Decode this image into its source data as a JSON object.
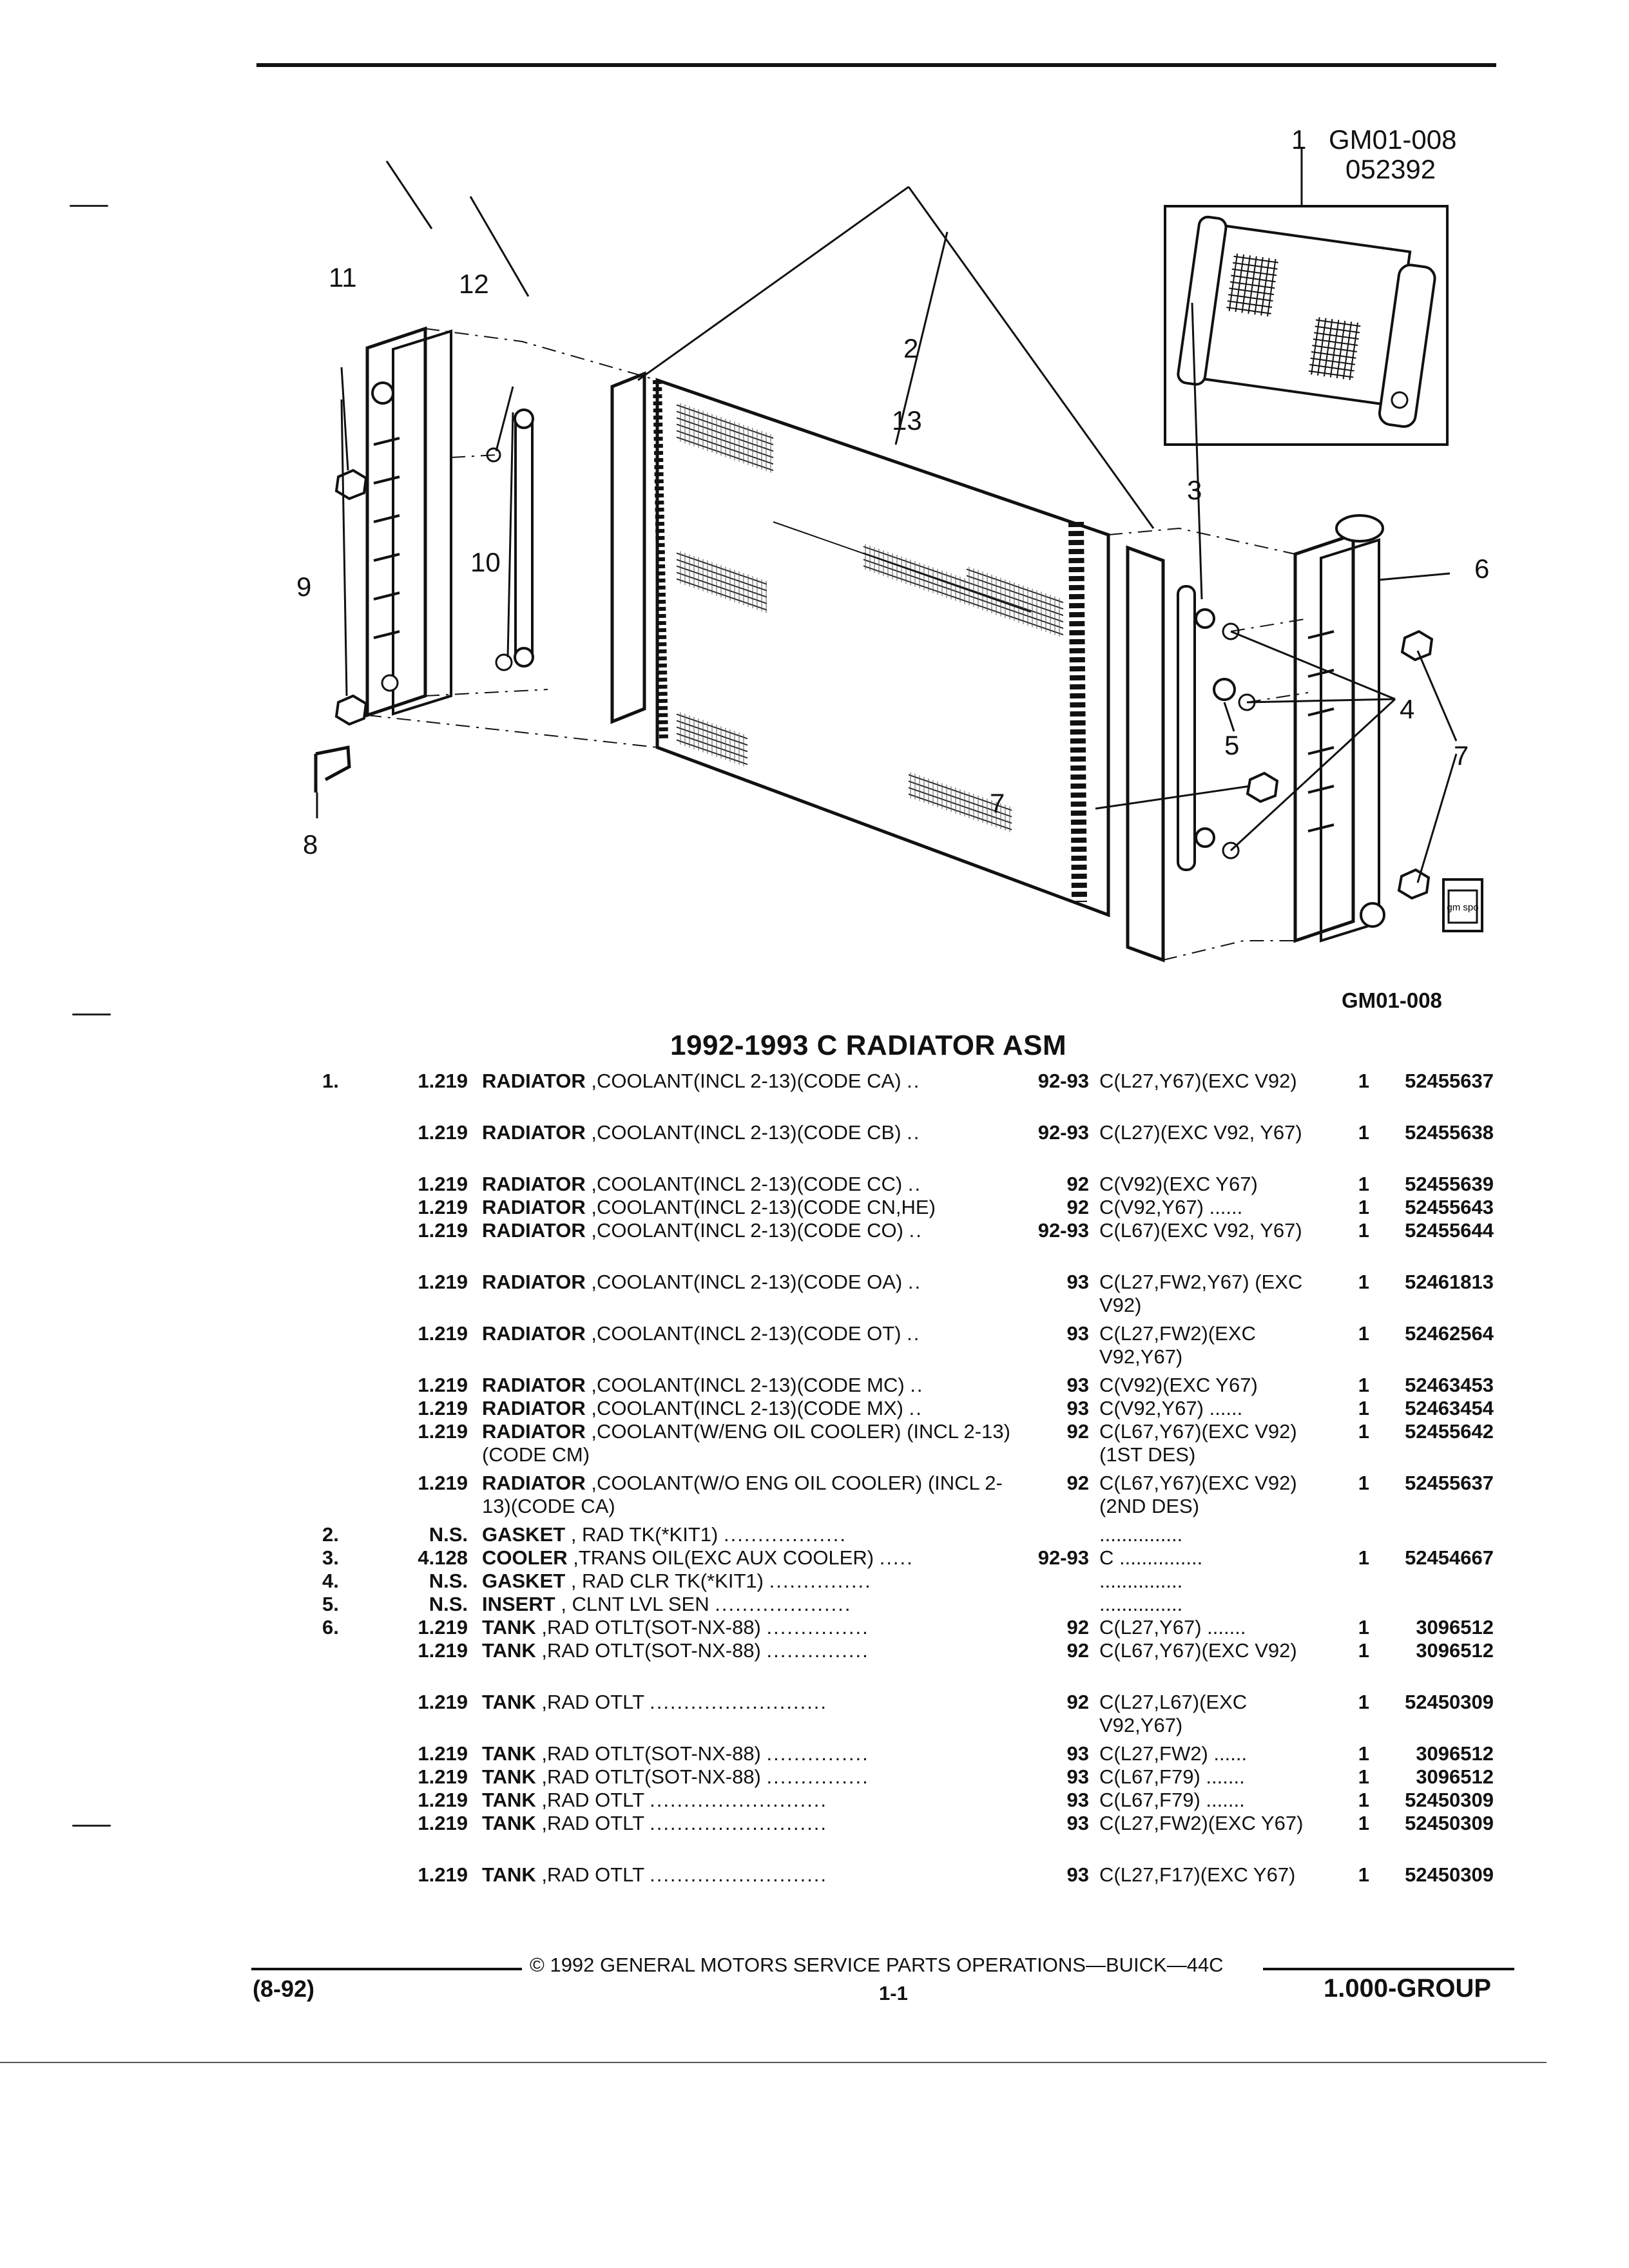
{
  "illustration": {
    "inset_callout": "1",
    "inset_code": "GM01-008",
    "inset_date": "052392",
    "callouts": [
      "11",
      "12",
      "2",
      "13",
      "3",
      "6",
      "9",
      "10",
      "4",
      "5",
      "7",
      "7",
      "8"
    ],
    "logo_text": "gm spo",
    "reference": "GM01-008"
  },
  "section": {
    "title": "1992-1993 C RADIATOR ASM"
  },
  "parts": [
    {
      "item": "1.",
      "group": "1.219",
      "name": "RADIATOR",
      "desc": ",COOLANT(INCL 2-13)(CODE CA)",
      "leader": "..",
      "years": "92-93",
      "app": "C(L27,Y67)(EXC V92)",
      "qty": "1",
      "pn": "52455637",
      "lines": 2
    },
    {
      "item": "",
      "group": "1.219",
      "name": "RADIATOR",
      "desc": ",COOLANT(INCL 2-13)(CODE CB)",
      "leader": "..",
      "years": "92-93",
      "app": "C(L27)(EXC V92, Y67)",
      "qty": "1",
      "pn": "52455638",
      "lines": 2
    },
    {
      "item": "",
      "group": "1.219",
      "name": "RADIATOR",
      "desc": ",COOLANT(INCL 2-13)(CODE CC)",
      "leader": "..",
      "years": "92",
      "app": "C(V92)(EXC Y67)",
      "qty": "1",
      "pn": "52455639",
      "lines": 1
    },
    {
      "item": "",
      "group": "1.219",
      "name": "RADIATOR",
      "desc": ",COOLANT(INCL 2-13)(CODE CN,HE)",
      "leader": "",
      "years": "92",
      "app": "C(V92,Y67) ......",
      "qty": "1",
      "pn": "52455643",
      "lines": 1
    },
    {
      "item": "",
      "group": "1.219",
      "name": "RADIATOR",
      "desc": ",COOLANT(INCL 2-13)(CODE CO)",
      "leader": "..",
      "years": "92-93",
      "app": "C(L67)(EXC V92, Y67)",
      "qty": "1",
      "pn": "52455644",
      "lines": 2
    },
    {
      "item": "",
      "group": "1.219",
      "name": "RADIATOR",
      "desc": ",COOLANT(INCL 2-13)(CODE OA)",
      "leader": "..",
      "years": "93",
      "app": "C(L27,FW2,Y67) (EXC V92)",
      "qty": "1",
      "pn": "52461813",
      "lines": 2
    },
    {
      "item": "",
      "group": "1.219",
      "name": "RADIATOR",
      "desc": ",COOLANT(INCL 2-13)(CODE OT)",
      "leader": "..",
      "years": "93",
      "app": "C(L27,FW2)(EXC V92,Y67)",
      "qty": "1",
      "pn": "52462564",
      "lines": 2
    },
    {
      "item": "",
      "group": "1.219",
      "name": "RADIATOR",
      "desc": ",COOLANT(INCL 2-13)(CODE MC)",
      "leader": "..",
      "years": "93",
      "app": "C(V92)(EXC Y67)",
      "qty": "1",
      "pn": "52463453",
      "lines": 1
    },
    {
      "item": "",
      "group": "1.219",
      "name": "RADIATOR",
      "desc": ",COOLANT(INCL 2-13)(CODE MX)",
      "leader": "..",
      "years": "93",
      "app": "C(V92,Y67) ......",
      "qty": "1",
      "pn": "52463454",
      "lines": 1
    },
    {
      "item": "",
      "group": "1.219",
      "name": "RADIATOR",
      "desc": ",COOLANT(W/ENG OIL COOLER) (INCL 2-13)(CODE CM)",
      "leader": "",
      "years": "92",
      "app": "C(L67,Y67)(EXC V92)(1ST DES)",
      "qty": "1",
      "pn": "52455642",
      "lines": 2
    },
    {
      "item": "",
      "group": "1.219",
      "name": "RADIATOR",
      "desc": ",COOLANT(W/O ENG OIL COOLER) (INCL 2-13)(CODE CA)",
      "leader": "",
      "years": "92",
      "app": "C(L67,Y67)(EXC V92)(2ND DES)",
      "qty": "1",
      "pn": "52455637",
      "lines": 2
    },
    {
      "item": "2.",
      "group": "N.S.",
      "name": "GASKET",
      "desc": ", RAD TK(*KIT1)",
      "leader": "..................",
      "years": "",
      "app": "...............",
      "qty": "",
      "pn": "",
      "lines": 1
    },
    {
      "item": "3.",
      "group": "4.128",
      "name": "COOLER",
      "desc": ",TRANS OIL(EXC AUX COOLER)",
      "leader": ".....",
      "years": "92-93",
      "app": "C ...............",
      "qty": "1",
      "pn": "52454667",
      "lines": 1
    },
    {
      "item": "4.",
      "group": "N.S.",
      "name": "GASKET",
      "desc": ", RAD CLR TK(*KIT1)",
      "leader": "...............",
      "years": "",
      "app": "...............",
      "qty": "",
      "pn": "",
      "lines": 1
    },
    {
      "item": "5.",
      "group": "N.S.",
      "name": "INSERT",
      "desc": ", CLNT LVL SEN",
      "leader": "....................",
      "years": "",
      "app": "...............",
      "qty": "",
      "pn": "",
      "lines": 1
    },
    {
      "item": "6.",
      "group": "1.219",
      "name": "TANK",
      "desc": ",RAD OTLT(SOT-NX-88)",
      "leader": "...............",
      "years": "92",
      "app": "C(L27,Y67) .......",
      "qty": "1",
      "pn": "3096512",
      "lines": 1
    },
    {
      "item": "",
      "group": "1.219",
      "name": "TANK",
      "desc": ",RAD OTLT(SOT-NX-88)",
      "leader": "...............",
      "years": "92",
      "app": "C(L67,Y67)(EXC V92)",
      "qty": "1",
      "pn": "3096512",
      "lines": 2
    },
    {
      "item": "",
      "group": "1.219",
      "name": "TANK",
      "desc": ",RAD OTLT",
      "leader": "..........................",
      "years": "92",
      "app": "C(L27,L67)(EXC V92,Y67)",
      "qty": "1",
      "pn": "52450309",
      "lines": 2
    },
    {
      "item": "",
      "group": "1.219",
      "name": "TANK",
      "desc": ",RAD OTLT(SOT-NX-88)",
      "leader": "...............",
      "years": "93",
      "app": "C(L27,FW2) ......",
      "qty": "1",
      "pn": "3096512",
      "lines": 1
    },
    {
      "item": "",
      "group": "1.219",
      "name": "TANK",
      "desc": ",RAD OTLT(SOT-NX-88)",
      "leader": "...............",
      "years": "93",
      "app": "C(L67,F79) .......",
      "qty": "1",
      "pn": "3096512",
      "lines": 1
    },
    {
      "item": "",
      "group": "1.219",
      "name": "TANK",
      "desc": ",RAD OTLT",
      "leader": "..........................",
      "years": "93",
      "app": "C(L67,F79) .......",
      "qty": "1",
      "pn": "52450309",
      "lines": 1
    },
    {
      "item": "",
      "group": "1.219",
      "name": "TANK",
      "desc": ",RAD OTLT",
      "leader": "..........................",
      "years": "93",
      "app": "C(L27,FW2)(EXC Y67)",
      "qty": "1",
      "pn": "52450309",
      "lines": 2
    },
    {
      "item": "",
      "group": "1.219",
      "name": "TANK",
      "desc": ",RAD OTLT",
      "leader": "..........................",
      "years": "93",
      "app": "C(L27,F17)(EXC Y67)",
      "qty": "1",
      "pn": "52450309",
      "lines": 2
    }
  ],
  "footer": {
    "date": "(8-92)",
    "copyright": "© 1992 GENERAL MOTORS SERVICE PARTS OPERATIONS—BUICK—44C",
    "page": "1-1",
    "group": "1.000-GROUP"
  }
}
